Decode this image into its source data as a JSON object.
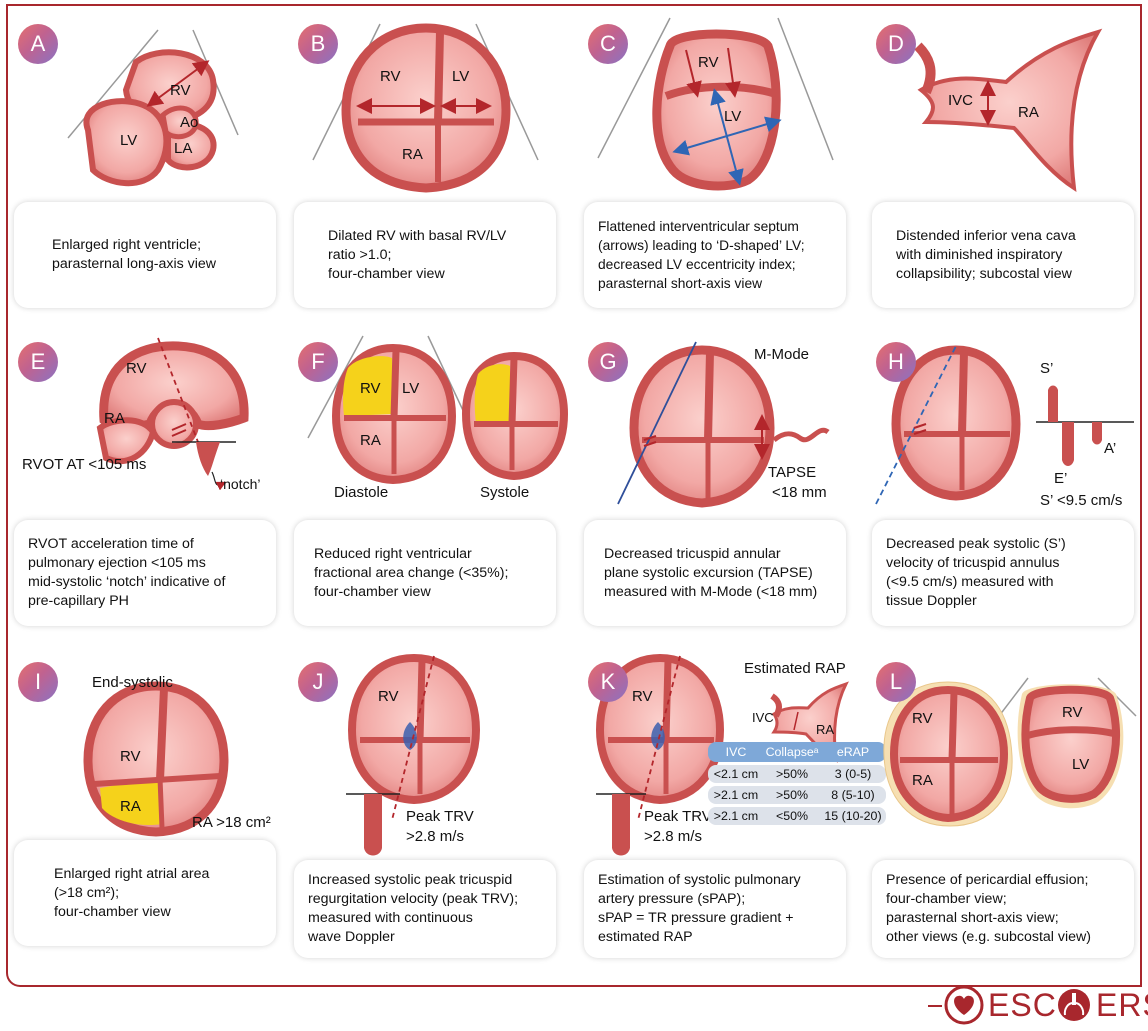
{
  "panels": [
    {
      "letter": "A",
      "caption": [
        "Enlarged right ventricle;",
        "parasternal long-axis view"
      ],
      "labels": [
        "RV",
        "LV",
        "Ao",
        "LA"
      ]
    },
    {
      "letter": "B",
      "caption": [
        "Dilated RV with basal RV/LV",
        "ratio >1.0;",
        "four-chamber view"
      ],
      "labels": [
        "RV",
        "LV",
        "RA"
      ]
    },
    {
      "letter": "C",
      "caption": [
        "Flattened interventricular septum",
        "(arrows) leading to ‘D-shaped’ LV;",
        "decreased LV eccentricity index;",
        "parasternal short-axis view"
      ],
      "labels": [
        "RV",
        "LV"
      ]
    },
    {
      "letter": "D",
      "caption": [
        "Distended inferior vena cava",
        "with diminished inspiratory",
        "collapsibility; subcostal view"
      ],
      "labels": [
        "IVC",
        "RA"
      ]
    },
    {
      "letter": "E",
      "caption": [
        "RVOT acceleration time of",
        "pulmonary ejection <105 ms",
        "mid-systolic ‘notch’ indicative of",
        "pre-capillary PH"
      ],
      "labels": [
        "RV",
        "RA",
        "RVOT AT <105 ms",
        "‘notch’"
      ]
    },
    {
      "letter": "F",
      "caption": [
        "Reduced right ventricular",
        "fractional area change (<35%);",
        "four-chamber view"
      ],
      "labels": [
        "RV",
        "LV",
        "RA",
        "Diastole",
        "Systole"
      ]
    },
    {
      "letter": "G",
      "caption": [
        "Decreased tricuspid annular",
        "plane systolic excursion (TAPSE)",
        "measured with M-Mode (<18 mm)"
      ],
      "labels": [
        "M-Mode",
        "TAPSE",
        "<18 mm"
      ]
    },
    {
      "letter": "H",
      "caption": [
        "Decreased peak systolic (S’)",
        "velocity of tricuspid annulus",
        "(<9.5 cm/s) measured with",
        "tissue Doppler"
      ],
      "labels": [
        "S’",
        "A’",
        "E’",
        "S’ <9.5 cm/s"
      ]
    },
    {
      "letter": "I",
      "caption": [
        "Enlarged right atrial area",
        "(>18 cm²);",
        "four-chamber view"
      ],
      "labels": [
        "End-systolic",
        "RV",
        "RA",
        "RA >18 cm²"
      ]
    },
    {
      "letter": "J",
      "caption": [
        "Increased systolic peak tricuspid",
        "regurgitation velocity (peak TRV);",
        "measured with continuous",
        "wave Doppler"
      ],
      "labels": [
        "RV",
        "Peak TRV",
        ">2.8 m/s"
      ]
    },
    {
      "letter": "K",
      "caption": [
        "Estimation of systolic pulmonary",
        "artery pressure (sPAP);",
        "sPAP = TR pressure gradient +",
        "estimated RAP"
      ],
      "labels": [
        "RV",
        "Estimated RAP",
        "IVC",
        "RA",
        "Peak TRV",
        ">2.8 m/s"
      ]
    },
    {
      "letter": "L",
      "caption": [
        "Presence of pericardial effusion;",
        "four-chamber view;",
        "parasternal short-axis view;",
        "other views (e.g. subcostal view)"
      ],
      "labels": [
        "RV",
        "RA",
        "RV",
        "LV"
      ]
    }
  ],
  "rap_table": {
    "header": [
      "IVC",
      "Collapseᵃ",
      "eRAP"
    ],
    "rows": [
      [
        "<2.1 cm",
        ">50%",
        "3 (0-5)"
      ],
      [
        ">2.1 cm",
        ">50%",
        "8 (5-10)"
      ],
      [
        ">2.1 cm",
        "<50%",
        "15 (10-20)"
      ]
    ]
  },
  "logo": {
    "left": "ESC",
    "right": "ERS"
  },
  "colors": {
    "heart_fill": "#f0a3a1",
    "heart_edge": "#c9504f",
    "arrow_red": "#b3262b",
    "arrow_blue": "#2f66b5",
    "highlight": "#f5d21b",
    "frame": "#a8272d",
    "effusion": "#f6dfb2"
  }
}
